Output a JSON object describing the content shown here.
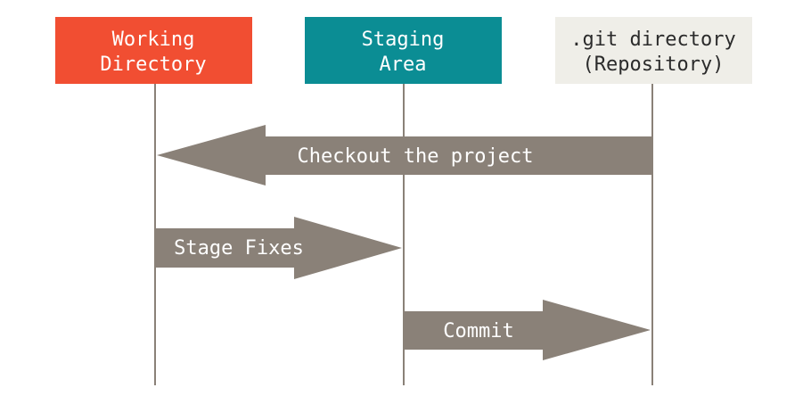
{
  "columns": [
    {
      "id": "working",
      "lines": [
        "Working",
        "Directory"
      ],
      "fill": "#f14e32",
      "text_color": "#ffffff"
    },
    {
      "id": "staging",
      "lines": [
        "Staging",
        "Area"
      ],
      "fill": "#0b8d94",
      "text_color": "#ffffff"
    },
    {
      "id": "repository",
      "lines": [
        ".git directory",
        "(Repository)"
      ],
      "fill": "#efeee8",
      "text_color": "#2b2b2b"
    }
  ],
  "arrows": [
    {
      "label": "Checkout the project",
      "from": "repository",
      "to": "working"
    },
    {
      "label": "Stage Fixes",
      "from": "working",
      "to": "staging"
    },
    {
      "label": "Commit",
      "from": "staging",
      "to": "repository"
    }
  ],
  "colors": {
    "arrow": "#8a8178",
    "lifeline": "#8a8178",
    "background": "#ffffff"
  }
}
